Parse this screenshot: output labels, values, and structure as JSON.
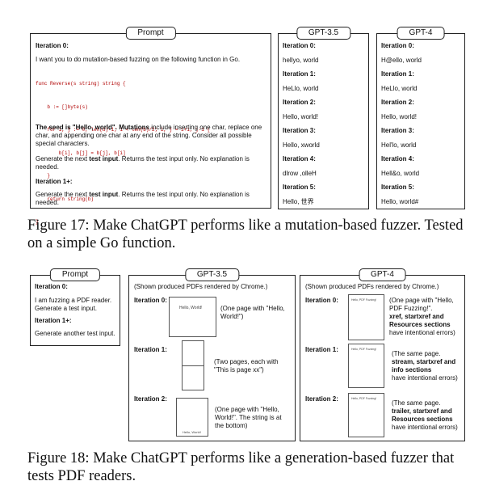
{
  "fig17": {
    "prompt": {
      "title": "Prompt",
      "iter0": "Iteration 0:",
      "intro": "I want you to do mutation-based fuzzing on the following function in Go.",
      "code": [
        "func Reverse(s string) string {",
        "    b := []byte(s)",
        "    for i, j := 0, len(b)-1; i < len(b)/2; i, j = i+1, j-1 {",
        "        b[i], b[j] = b[j], b[i]",
        "    }",
        "    return string(b)",
        "}"
      ],
      "seed_a": "The seed is \"Hello, world\".",
      "seed_b": "Mutations",
      "seed_c": "include inserting one char, replace one char, and appending one char at any end of the string. Consider all possible special characters.",
      "gen1_a": "Generate the next",
      "gen1_b": "test input",
      "gen1_c": ". Returns the test input only. No explanation is needed.",
      "iter1": "Iteration 1+:",
      "gen2_a": "Generate the next",
      "gen2_b": "test input",
      "gen2_c": ". Returns the test input only. No explanation is needed."
    },
    "gpt35": {
      "title": "GPT-3.5",
      "items": [
        {
          "label": "Iteration 0:",
          "value": "hellyo, world"
        },
        {
          "label": "Iteration 1:",
          "value": "HeLlo, world"
        },
        {
          "label": "Iteration 2:",
          "value": "Hello, world!"
        },
        {
          "label": "Iteration 3:",
          "value": "Hello, xworld"
        },
        {
          "label": "Iteration 4:",
          "value": "dlrow ,olleH"
        },
        {
          "label": "Iteration 5:",
          "value": "Hello, 世界"
        }
      ]
    },
    "gpt4": {
      "title": "GPT-4",
      "items": [
        {
          "label": "Iteration 0:",
          "value": "H@ello, world"
        },
        {
          "label": "Iteration 1:",
          "value": "HeLlo, world"
        },
        {
          "label": "Iteration 2:",
          "value": "Hello, world!"
        },
        {
          "label": "Iteration 3:",
          "value": "Hel'lo, world"
        },
        {
          "label": "Iteration 4:",
          "value": "Hell&o, world"
        },
        {
          "label": "Iteration 5:",
          "value": "Hello, world#"
        }
      ]
    },
    "caption": "Figure 17: Make ChatGPT performs like a mutation-based fuzzer. Tested on a simple Go function."
  },
  "fig18": {
    "prompt": {
      "title": "Prompt",
      "iter0": "Iteration 0:",
      "text0": "I am fuzzing a PDF reader. Generate a test input.",
      "iter1": "Iteration 1+:",
      "text1": "Generate another test input."
    },
    "gpt35": {
      "title": "GPT-3.5",
      "header": "(Shown produced PDFs rendered by Chrome.)",
      "iter0": "Iteration 0:",
      "page0": "Hello, World!",
      "note0": "(One page with \"Hello, World!\")",
      "iter1": "Iteration 1:",
      "note1": "(Two pages, each with \"This is page xx\")",
      "iter2": "Iteration 2:",
      "page2": "Hello, World!",
      "note2": "(One page with \"Hello, World!\". The string is at the bottom)"
    },
    "gpt4": {
      "title": "GPT-4",
      "header": "(Shown produced PDFs rendered by Chrome.)",
      "iter0": "Iteration 0:",
      "page0": "Hello, PDF Fuzzing!",
      "note0_a": "(One page with \"Hello, PDF Fuzzing!\".",
      "note0_b": "xref, startxref and Resources sections",
      "note0_c": "have intentional errors)",
      "iter1": "Iteration 1:",
      "page1": "Hello, PDF Fuzzing!",
      "note1_a": "(The same page.",
      "note1_b": "stream, startxref and info sections",
      "note1_c": "have intentional errors)",
      "iter2": "Iteration 2:",
      "page2": "Hello, PDF Fuzzing!",
      "note2_a": "(The same page.",
      "note2_b": "trailer, startxref and Resources sections",
      "note2_c": "have intentional errors)"
    },
    "caption": "Figure 18: Make ChatGPT performs like a generation-based fuzzer that tests PDF readers."
  }
}
